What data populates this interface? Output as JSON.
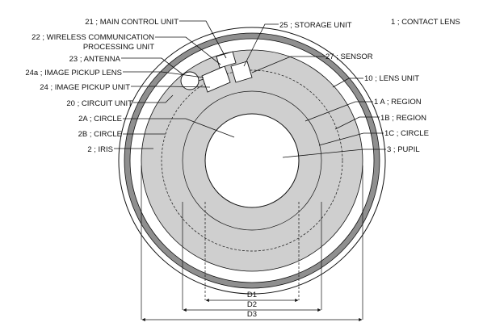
{
  "figure": {
    "title_label": "1 ; CONTACT LENS",
    "labels": {
      "main_control_unit": "21 ; MAIN CONTROL UNIT",
      "wireless_line1": "22 ; WIRELESS COMMUNICATION",
      "wireless_line2": "PROCESSING UNIT",
      "antenna": "23 ; ANTENNA",
      "image_pickup_lens": "24a ; IMAGE PICKUP LENS",
      "image_pickup_unit": "24 ; IMAGE PICKUP UNIT",
      "circuit_unit": "20 ; CIRCUIT UNIT",
      "circle_2a": "2A ; CIRCLE",
      "circle_2b": "2B ; CIRCLE",
      "iris": "2 ; IRIS",
      "storage_unit": "25 ; STORAGE UNIT",
      "sensor": "27 ; SENSOR",
      "lens_unit": "10 ; LENS UNIT",
      "region_1a": "1 A ; REGION",
      "region_1b": "1B ; REGION",
      "circle_1c": "1C ; CIRCLE",
      "pupil": "3 ; PUPIL"
    },
    "dimensions": {
      "d1": "D1",
      "d2": "D2",
      "d3": "D3"
    },
    "colors": {
      "line": "#111111",
      "outer_band": "#8f8f8f",
      "iris_fill": "#cfcfcf",
      "background": "#ffffff"
    }
  }
}
